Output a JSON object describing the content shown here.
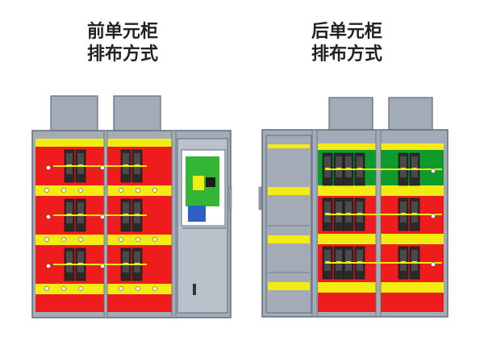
{
  "diagrams": [
    {
      "title_line1": "前单元柜",
      "title_line2": "排布方式"
    },
    {
      "title_line1": "后单元柜",
      "title_line2": "排布方式"
    }
  ],
  "colors": {
    "red": "#ee1c1c",
    "yellow": "#f2ec14",
    "green": "#119a2c",
    "grey": "#a3acb6",
    "frame": "#5f6b7f",
    "module": "#2a2a2a"
  }
}
